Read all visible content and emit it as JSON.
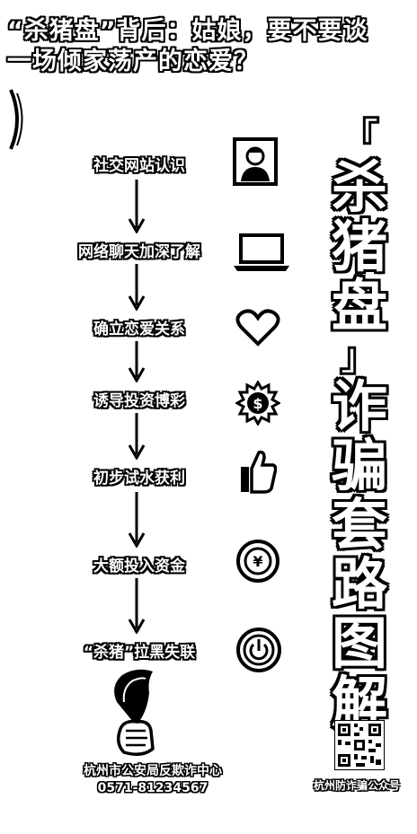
{
  "header": {
    "line1": "“杀猪盘”背后：姑娘，要不要谈",
    "line2": "一场倾家荡产的恋爱？"
  },
  "steps": [
    {
      "label": "社交网站认识",
      "icon": "profile-avatar-icon"
    },
    {
      "label": "网络聊天加深了解",
      "icon": "laptop-icon"
    },
    {
      "label": "确立恋爱关系",
      "icon": "heart-icon"
    },
    {
      "label": "诱导投资博彩",
      "icon": "dollar-badge-icon"
    },
    {
      "label": "初步试水获利",
      "icon": "thumbs-up-icon"
    },
    {
      "label": "大额投入资金",
      "icon": "money-coin-icon"
    },
    {
      "label": "“杀猪”拉黑失联",
      "icon": "power-off-icon"
    }
  ],
  "vertical_title": {
    "open_bracket": "『",
    "chars_top": [
      "杀",
      "猪",
      "盘"
    ],
    "close_bracket": "』",
    "chars_bottom": [
      "诈",
      "骗",
      "套",
      "路",
      "图",
      "解"
    ]
  },
  "footer": {
    "org": "杭州市公安局反欺诈中心",
    "phone": "0571-81234567",
    "qr_label": "杭州防诈骗公众号"
  },
  "colors": {
    "ink": "#000000",
    "paper": "#ffffff"
  }
}
